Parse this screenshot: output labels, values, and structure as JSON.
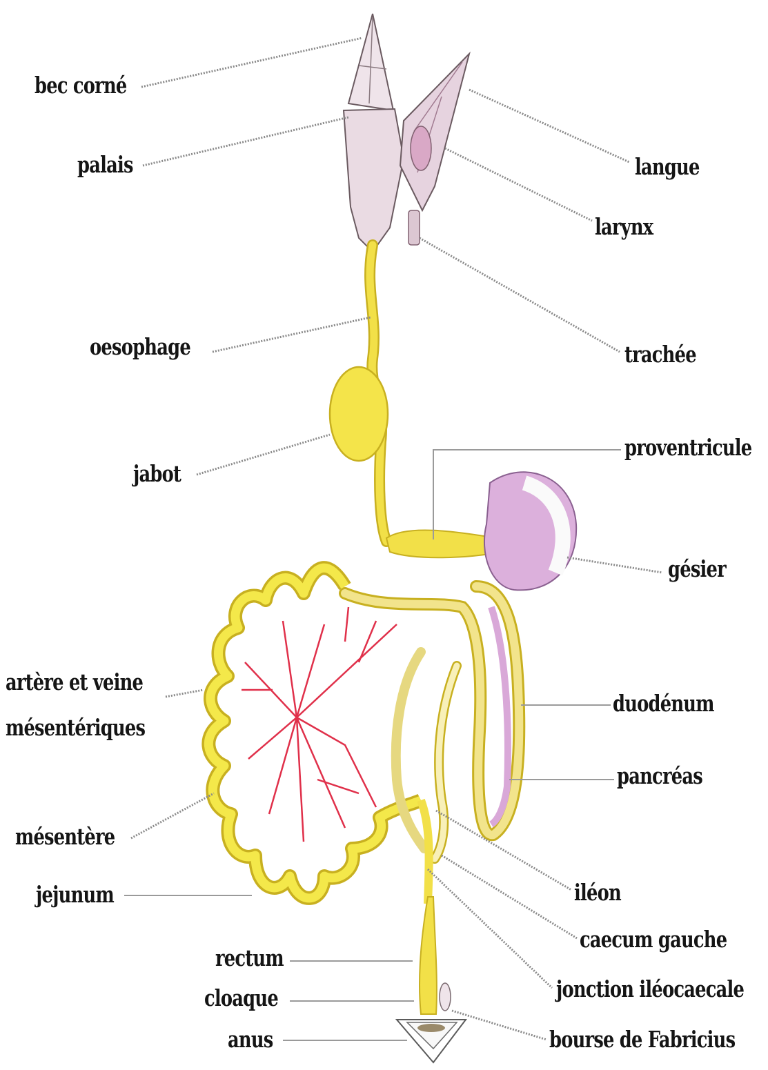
{
  "labels": {
    "bec_corne": "bec corné",
    "palais": "palais",
    "langue": "langue",
    "larynx": "larynx",
    "oesophage": "oesophage",
    "trachee": "trachée",
    "jabot": "jabot",
    "proventricule": "proventricule",
    "gesier": "gésier",
    "artere_line1": "artère et veine",
    "artere_line2": "mésentériques",
    "duodenum": "duodénum",
    "pancreas": "pancréas",
    "mesentere": "mésentère",
    "jejunum": "jejunum",
    "ileon": "iléon",
    "caecum_gauche": "caecum gauche",
    "rectum": "rectum",
    "jonction": "jonction iléocaecale",
    "cloaque": "cloaque",
    "anus": "anus",
    "bourse": "bourse de Fabricius"
  },
  "colors": {
    "digestive_tract": "#f2e048",
    "tract_outline": "#c8b020",
    "beak_pink": "#eadbe3",
    "gizzard_pink": "#d9a8d8",
    "vessels": "#e0304a",
    "leader_lines": "#8a8a8a"
  }
}
